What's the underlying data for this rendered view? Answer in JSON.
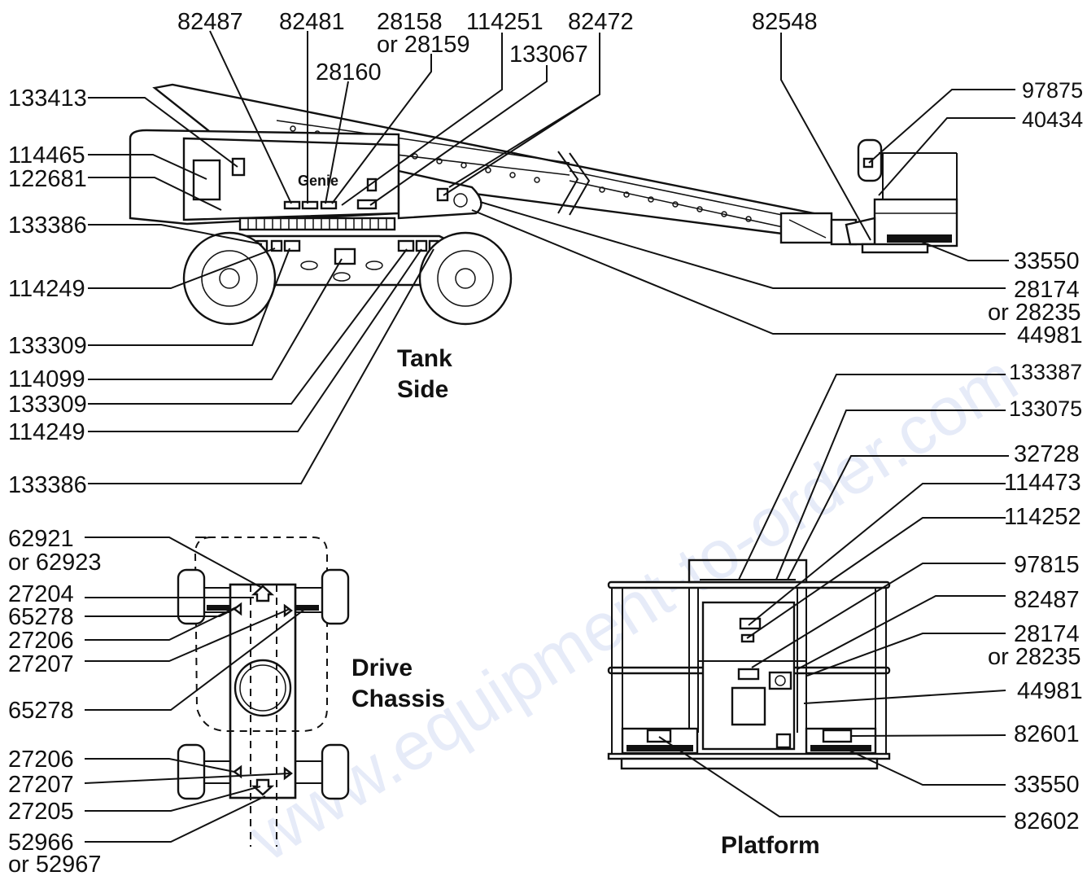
{
  "titles": {
    "tank_side_line1": "Tank",
    "tank_side_line2": "Side",
    "drive_chassis_line1": "Drive",
    "drive_chassis_line2": "Chassis",
    "platform": "Platform"
  },
  "machine_logo": "Genie",
  "watermark": "www.equipment-to-order.com",
  "tank_side_labels": {
    "top_82487": "82487",
    "top_82481": "82481",
    "top_28158": "28158",
    "top_28159": "or 28159",
    "top_28160": "28160",
    "top_114251": "114251",
    "top_133067": "133067",
    "top_82472": "82472",
    "top_82548": "82548",
    "left_133413": "133413",
    "left_114465": "114465",
    "left_122681": "122681",
    "left_133386_a": "133386",
    "left_114249_a": "114249",
    "left_133309_a": "133309",
    "left_114099": "114099",
    "left_133309_b": "133309",
    "left_114249_b": "114249",
    "left_133386_b": "133386",
    "right_97875": "97875",
    "right_40434": "40434",
    "right_33550": "33550",
    "right_28174": "28174",
    "right_28235": "or 28235",
    "right_44981": "44981"
  },
  "drive_chassis_labels": {
    "l_62921": "62921",
    "l_62923": "or 62923",
    "l_27204": "27204",
    "l_65278_a": "65278",
    "l_27206_a": "27206",
    "l_27207_a": "27207",
    "l_65278_b": "65278",
    "l_27206_b": "27206",
    "l_27207_b": "27207",
    "l_27205": "27205",
    "l_52966": "52966",
    "l_52967": "or 52967"
  },
  "platform_labels": {
    "p_133387": "133387",
    "p_133075": "133075",
    "p_32728": "32728",
    "p_114473": "114473",
    "p_114252": "114252",
    "p_97815": "97815",
    "p_82487": "82487",
    "p_28174": "28174",
    "p_28235": "or 28235",
    "p_44981": "44981",
    "p_82601": "82601",
    "p_33550": "33550",
    "p_82602": "82602"
  }
}
